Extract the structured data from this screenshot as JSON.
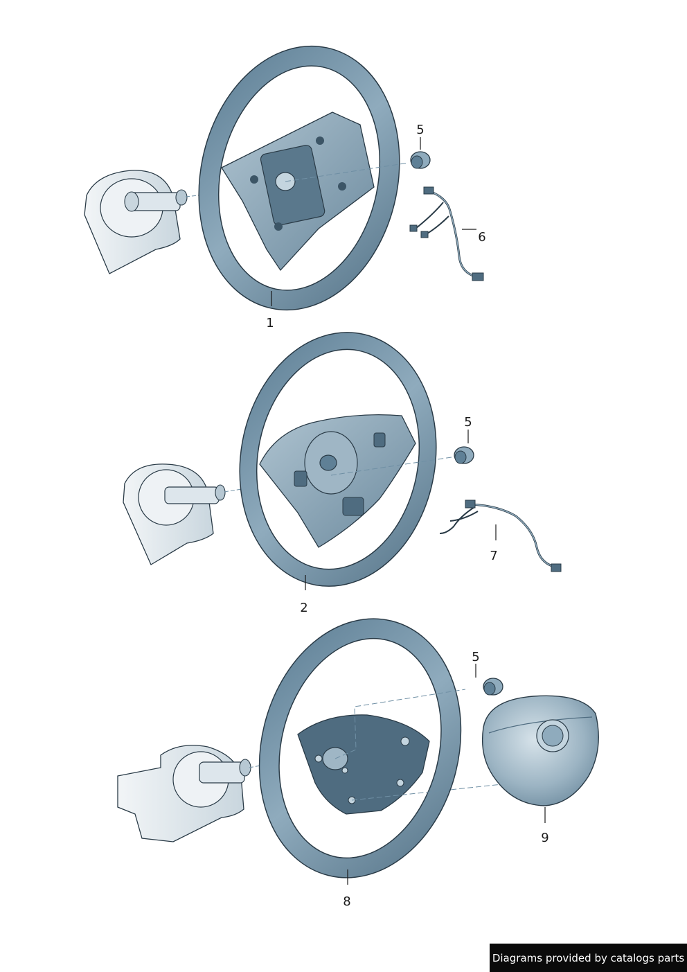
{
  "callouts": {
    "c1": "1",
    "c2": "2",
    "c5a": "5",
    "c5b": "5",
    "c5c": "5",
    "c6": "6",
    "c7": "7",
    "c8": "8",
    "c9": "9"
  },
  "footer": {
    "credit": "Diagrams provided by catalogs parts"
  },
  "colors": {
    "rim": "#6f8fa4",
    "rim_light": "#c4d5df",
    "hub": "#9fb6c5",
    "hub_dark": "#4f6c80",
    "column": "#dde6ec",
    "outline": "#2a3b47"
  }
}
